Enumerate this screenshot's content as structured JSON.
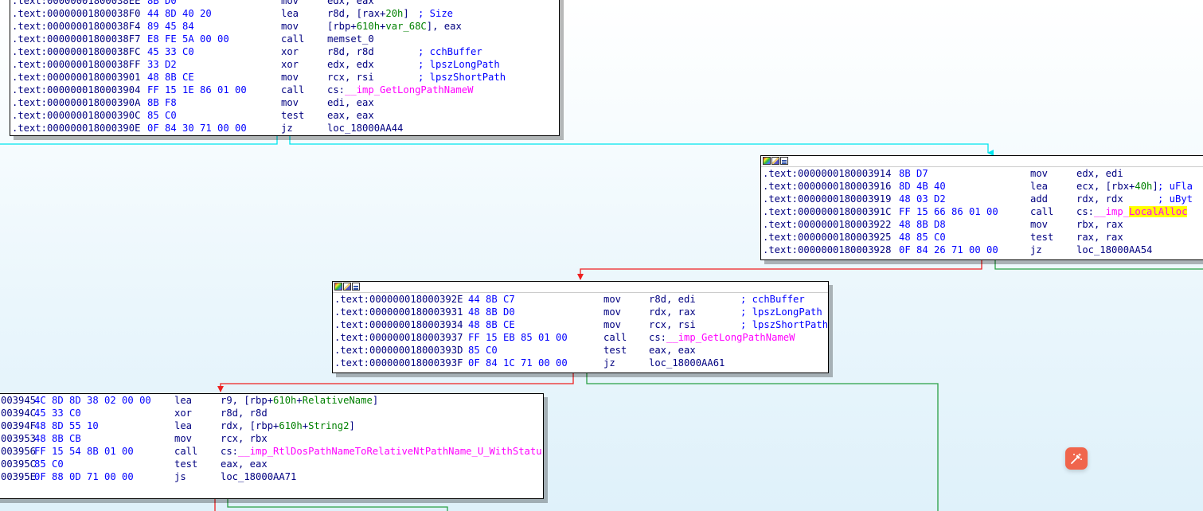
{
  "blocks": [
    {
      "id": "block1",
      "has_header": false,
      "lines": [
        {
          "addr": ".text:00000001800038EE",
          "bytes": "8B D0",
          "mn": "mov",
          "op": [
            {
              "t": "edx, eax"
            }
          ],
          "cm": ""
        },
        {
          "addr": ".text:00000001800038F0",
          "bytes": "44 8D 40 20",
          "mn": "lea",
          "op": [
            {
              "t": "r8d, [rax+"
            },
            {
              "t": "20h",
              "c": "g"
            },
            {
              "t": "]"
            }
          ],
          "cm": "; Size"
        },
        {
          "addr": ".text:00000001800038F4",
          "bytes": "89 45 84",
          "mn": "mov",
          "op": [
            {
              "t": "[rbp+"
            },
            {
              "t": "610h",
              "c": "g"
            },
            {
              "t": "+"
            },
            {
              "t": "var_68C",
              "c": "g"
            },
            {
              "t": "], eax"
            }
          ],
          "cm": ""
        },
        {
          "addr": ".text:00000001800038F7",
          "bytes": "E8 FE 5A 00 00",
          "mn": "call",
          "op": [
            {
              "t": "memset_0"
            }
          ],
          "cm": ""
        },
        {
          "addr": ".text:00000001800038FC",
          "bytes": "45 33 C0",
          "mn": "xor",
          "op": [
            {
              "t": "r8d, r8d"
            }
          ],
          "cm": "; cchBuffer"
        },
        {
          "addr": ".text:00000001800038FF",
          "bytes": "33 D2",
          "mn": "xor",
          "op": [
            {
              "t": "edx, edx"
            }
          ],
          "cm": "; lpszLongPath"
        },
        {
          "addr": ".text:0000000180003901",
          "bytes": "48 8B CE",
          "mn": "mov",
          "op": [
            {
              "t": "rcx, rsi"
            }
          ],
          "cm": "; lpszShortPath"
        },
        {
          "addr": ".text:0000000180003904",
          "bytes": "FF 15 1E 86 01 00",
          "mn": "call",
          "op": [
            {
              "t": "cs:"
            },
            {
              "t": "__imp_GetLongPathNameW",
              "c": "m"
            }
          ],
          "cm": ""
        },
        {
          "addr": ".text:000000018000390A",
          "bytes": "8B F8",
          "mn": "mov",
          "op": [
            {
              "t": "edi, eax"
            }
          ],
          "cm": ""
        },
        {
          "addr": ".text:000000018000390C",
          "bytes": "85 C0",
          "mn": "test",
          "op": [
            {
              "t": "eax, eax"
            }
          ],
          "cm": ""
        },
        {
          "addr": ".text:000000018000390E",
          "bytes": "0F 84 30 71 00 00",
          "mn": "jz",
          "op": [
            {
              "t": "loc_18000AA44"
            }
          ],
          "cm": ""
        }
      ]
    },
    {
      "id": "block2",
      "has_header": true,
      "lines": [
        {
          "addr": ".text:0000000180003914",
          "bytes": "8B D7",
          "mn": "mov",
          "op": [
            {
              "t": "edx, edi"
            }
          ],
          "cm": ""
        },
        {
          "addr": ".text:0000000180003916",
          "bytes": "8D 4B 40",
          "mn": "lea",
          "op": [
            {
              "t": "ecx, [rbx+"
            },
            {
              "t": "40h",
              "c": "g"
            },
            {
              "t": "]"
            }
          ],
          "cm": "; uFla"
        },
        {
          "addr": ".text:0000000180003919",
          "bytes": "48 03 D2",
          "mn": "add",
          "op": [
            {
              "t": "rdx, rdx"
            }
          ],
          "cm": "; uByt"
        },
        {
          "addr": ".text:000000018000391C",
          "bytes": "FF 15 66 86 01 00",
          "mn": "call",
          "op": [
            {
              "t": "cs:"
            },
            {
              "t": "__imp_",
              "c": "m"
            },
            {
              "t": "LocalAlloc",
              "c": "hl"
            }
          ],
          "cm": ""
        },
        {
          "addr": ".text:0000000180003922",
          "bytes": "48 8B D8",
          "mn": "mov",
          "op": [
            {
              "t": "rbx, rax"
            }
          ],
          "cm": ""
        },
        {
          "addr": ".text:0000000180003925",
          "bytes": "48 85 C0",
          "mn": "test",
          "op": [
            {
              "t": "rax, rax"
            }
          ],
          "cm": ""
        },
        {
          "addr": ".text:0000000180003928",
          "bytes": "0F 84 26 71 00 00",
          "mn": "jz",
          "op": [
            {
              "t": "loc_18000AA54"
            }
          ],
          "cm": ""
        }
      ]
    },
    {
      "id": "block3",
      "has_header": true,
      "lines": [
        {
          "addr": ".text:000000018000392E",
          "bytes": "44 8B C7",
          "mn": "mov",
          "op": [
            {
              "t": "r8d, edi"
            }
          ],
          "cm": "; cchBuffer"
        },
        {
          "addr": ".text:0000000180003931",
          "bytes": "48 8B D0",
          "mn": "mov",
          "op": [
            {
              "t": "rdx, rax"
            }
          ],
          "cm": "; lpszLongPath"
        },
        {
          "addr": ".text:0000000180003934",
          "bytes": "48 8B CE",
          "mn": "mov",
          "op": [
            {
              "t": "rcx, rsi"
            }
          ],
          "cm": "; lpszShortPath"
        },
        {
          "addr": ".text:0000000180003937",
          "bytes": "FF 15 EB 85 01 00",
          "mn": "call",
          "op": [
            {
              "t": "cs:"
            },
            {
              "t": "__imp_GetLongPathNameW",
              "c": "m"
            }
          ],
          "cm": ""
        },
        {
          "addr": ".text:000000018000393D",
          "bytes": "85 C0",
          "mn": "test",
          "op": [
            {
              "t": "eax, eax"
            }
          ],
          "cm": ""
        },
        {
          "addr": ".text:000000018000393F",
          "bytes": "0F 84 1C 71 00 00",
          "mn": "jz",
          "op": [
            {
              "t": "loc_18000AA61"
            }
          ],
          "cm": ""
        }
      ]
    },
    {
      "id": "block4",
      "has_header": false,
      "lines": [
        {
          "addr": "003945",
          "bytes": "4C 8D 8D 38 02 00 00",
          "mn": "lea",
          "op": [
            {
              "t": "r9, [rbp+"
            },
            {
              "t": "610h",
              "c": "g"
            },
            {
              "t": "+"
            },
            {
              "t": "RelativeName",
              "c": "g"
            },
            {
              "t": "]"
            }
          ],
          "cm": ""
        },
        {
          "addr": "00394C",
          "bytes": "45 33 C0",
          "mn": "xor",
          "op": [
            {
              "t": "r8d, r8d"
            }
          ],
          "cm": ""
        },
        {
          "addr": "00394F",
          "bytes": "48 8D 55 10",
          "mn": "lea",
          "op": [
            {
              "t": "rdx, [rbp+"
            },
            {
              "t": "610h",
              "c": "g"
            },
            {
              "t": "+"
            },
            {
              "t": "String2",
              "c": "g"
            },
            {
              "t": "]"
            }
          ],
          "cm": ""
        },
        {
          "addr": "003953",
          "bytes": "48 8B CB",
          "mn": "mov",
          "op": [
            {
              "t": "rcx, rbx"
            }
          ],
          "cm": ""
        },
        {
          "addr": "003956",
          "bytes": "FF 15 54 8B 01 00",
          "mn": "call",
          "op": [
            {
              "t": "cs:"
            },
            {
              "t": "__imp_RtlDosPathNameToRelativeNtPathName_U_WithStatus",
              "c": "m"
            }
          ],
          "cm": ""
        },
        {
          "addr": "00395C",
          "bytes": "85 C0",
          "mn": "test",
          "op": [
            {
              "t": "eax, eax"
            }
          ],
          "cm": ""
        },
        {
          "addr": "00395E",
          "bytes": "0F 88 0D 71 00 00",
          "mn": "js",
          "op": [
            {
              "t": "loc_18000AA71"
            }
          ],
          "cm": ""
        }
      ]
    }
  ],
  "edge_colors": {
    "unconditional": "#00e5ee",
    "taken": "#2aa044",
    "not_taken": "#ee2020"
  },
  "header_icons": [
    "gradient-icon",
    "edit-icon",
    "graph-icon"
  ],
  "fab_icon": "magic-wand-icon",
  "fab_color": "#f0654c"
}
